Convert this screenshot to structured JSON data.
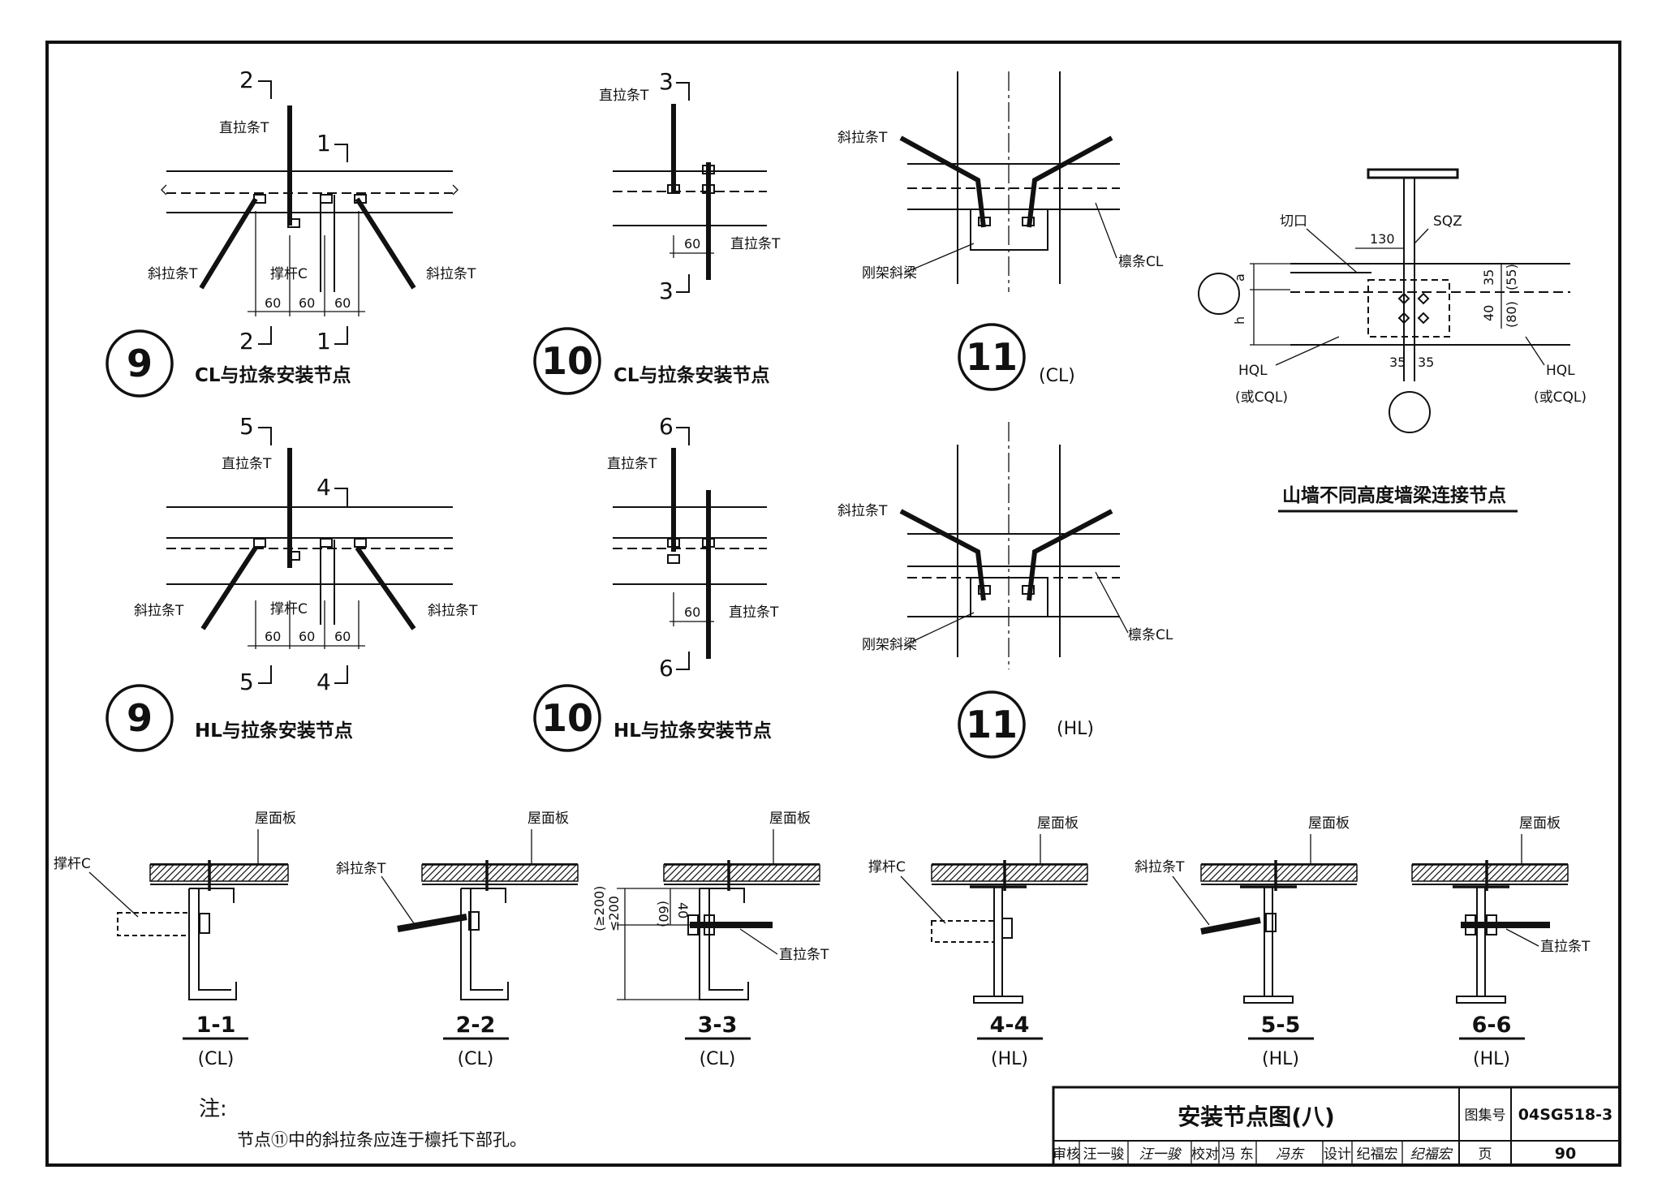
{
  "labels": {
    "straight_tie": "直拉条T",
    "diagonal_tie": "斜拉条T",
    "strut": "撑杆C",
    "strut_alt": "撑杆C",
    "purlin_cl": "檩条CL",
    "rafter": "刚架斜梁",
    "roof_panel": "屋面板",
    "cutout": "切口",
    "sqz": "SQZ",
    "hql": "HQL",
    "cql_alt": "(或CQL)"
  },
  "dims": {
    "d60": "60",
    "d130": "130",
    "d35": "35",
    "d55": "(55)",
    "d40": "40",
    "d80": "(80)",
    "d60p": "(60)",
    "ge200": "(≥200)",
    "le200": "≤200",
    "a": "a",
    "h": "h"
  },
  "cuts": [
    "1",
    "2",
    "3",
    "4",
    "5",
    "6"
  ],
  "details": {
    "d9_cl": {
      "num": "9",
      "caption": "CL与拉条安装节点"
    },
    "d10_cl": {
      "num": "10",
      "caption": "CL与拉条安装节点"
    },
    "d11_cl": {
      "num": "11",
      "caption": "(CL)"
    },
    "d9_hl": {
      "num": "9",
      "caption": "HL与拉条安装节点"
    },
    "d10_hl": {
      "num": "10",
      "caption": "HL与拉条安装节点"
    },
    "d11_hl": {
      "num": "11",
      "caption": "(HL)"
    },
    "gable": {
      "caption": "山墙不同高度墙梁连接节点"
    }
  },
  "sections": [
    {
      "name": "1-1",
      "type": "(CL)"
    },
    {
      "name": "2-2",
      "type": "(CL)"
    },
    {
      "name": "3-3",
      "type": "(CL)"
    },
    {
      "name": "4-4",
      "type": "(HL)"
    },
    {
      "name": "5-5",
      "type": "(HL)"
    },
    {
      "name": "6-6",
      "type": "(HL)"
    }
  ],
  "note": {
    "heading": "注:",
    "text": "节点⑪中的斜拉条应连于檩托下部孔。"
  },
  "title_block": {
    "title": "安装节点图(八)",
    "atlas_label": "图集号",
    "atlas_code": "04SG518-3",
    "row": [
      "审核",
      "汪一骏",
      "汪一骏",
      "校对",
      "冯 东",
      "冯东",
      "设计",
      "纪福宏",
      "纪福宏",
      "页"
    ],
    "page": "90"
  }
}
